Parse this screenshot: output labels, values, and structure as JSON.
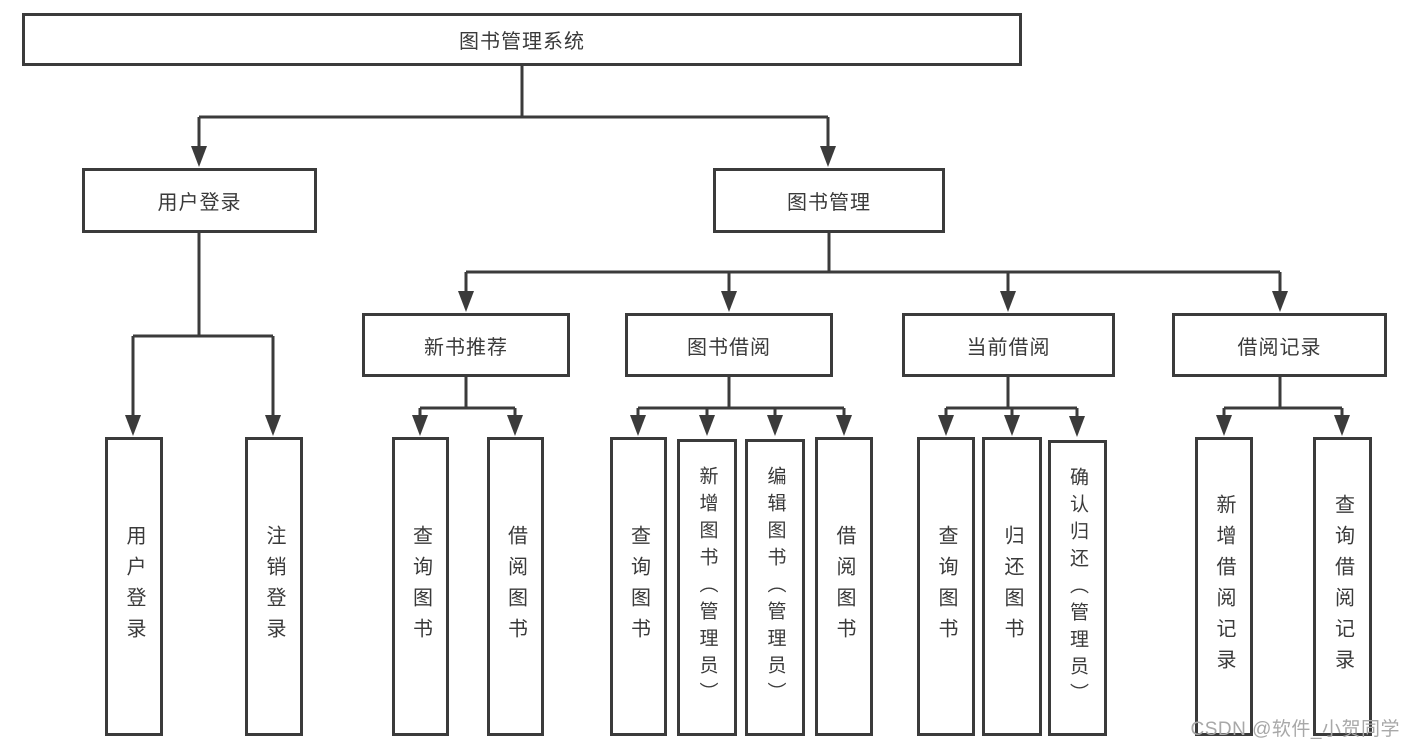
{
  "diagram": {
    "root": {
      "label": "图书管理系统"
    },
    "branches": [
      {
        "label": "用户登录",
        "children": [
          {
            "label": "用户登录"
          },
          {
            "label": "注销登录"
          }
        ]
      },
      {
        "label": "图书管理",
        "children": [
          {
            "label": "新书推荐",
            "children": [
              {
                "label": "查询图书"
              },
              {
                "label": "借阅图书"
              }
            ]
          },
          {
            "label": "图书借阅",
            "children": [
              {
                "label": "查询图书"
              },
              {
                "label": "新增图书（管理员）"
              },
              {
                "label": "编辑图书（管理员）"
              },
              {
                "label": "借阅图书"
              }
            ]
          },
          {
            "label": "当前借阅",
            "children": [
              {
                "label": "查询图书"
              },
              {
                "label": "归还图书"
              },
              {
                "label": "确认归还（管理员）"
              }
            ]
          },
          {
            "label": "借阅记录",
            "children": [
              {
                "label": "新增借阅记录"
              },
              {
                "label": "查询借阅记录"
              }
            ]
          }
        ]
      }
    ],
    "watermark": "CSDN @软件_小贺同学",
    "colors": {
      "line": "#3b3b3b",
      "text": "#3a3a3a",
      "watermark": "#a8a8a8",
      "background": "#ffffff"
    }
  }
}
